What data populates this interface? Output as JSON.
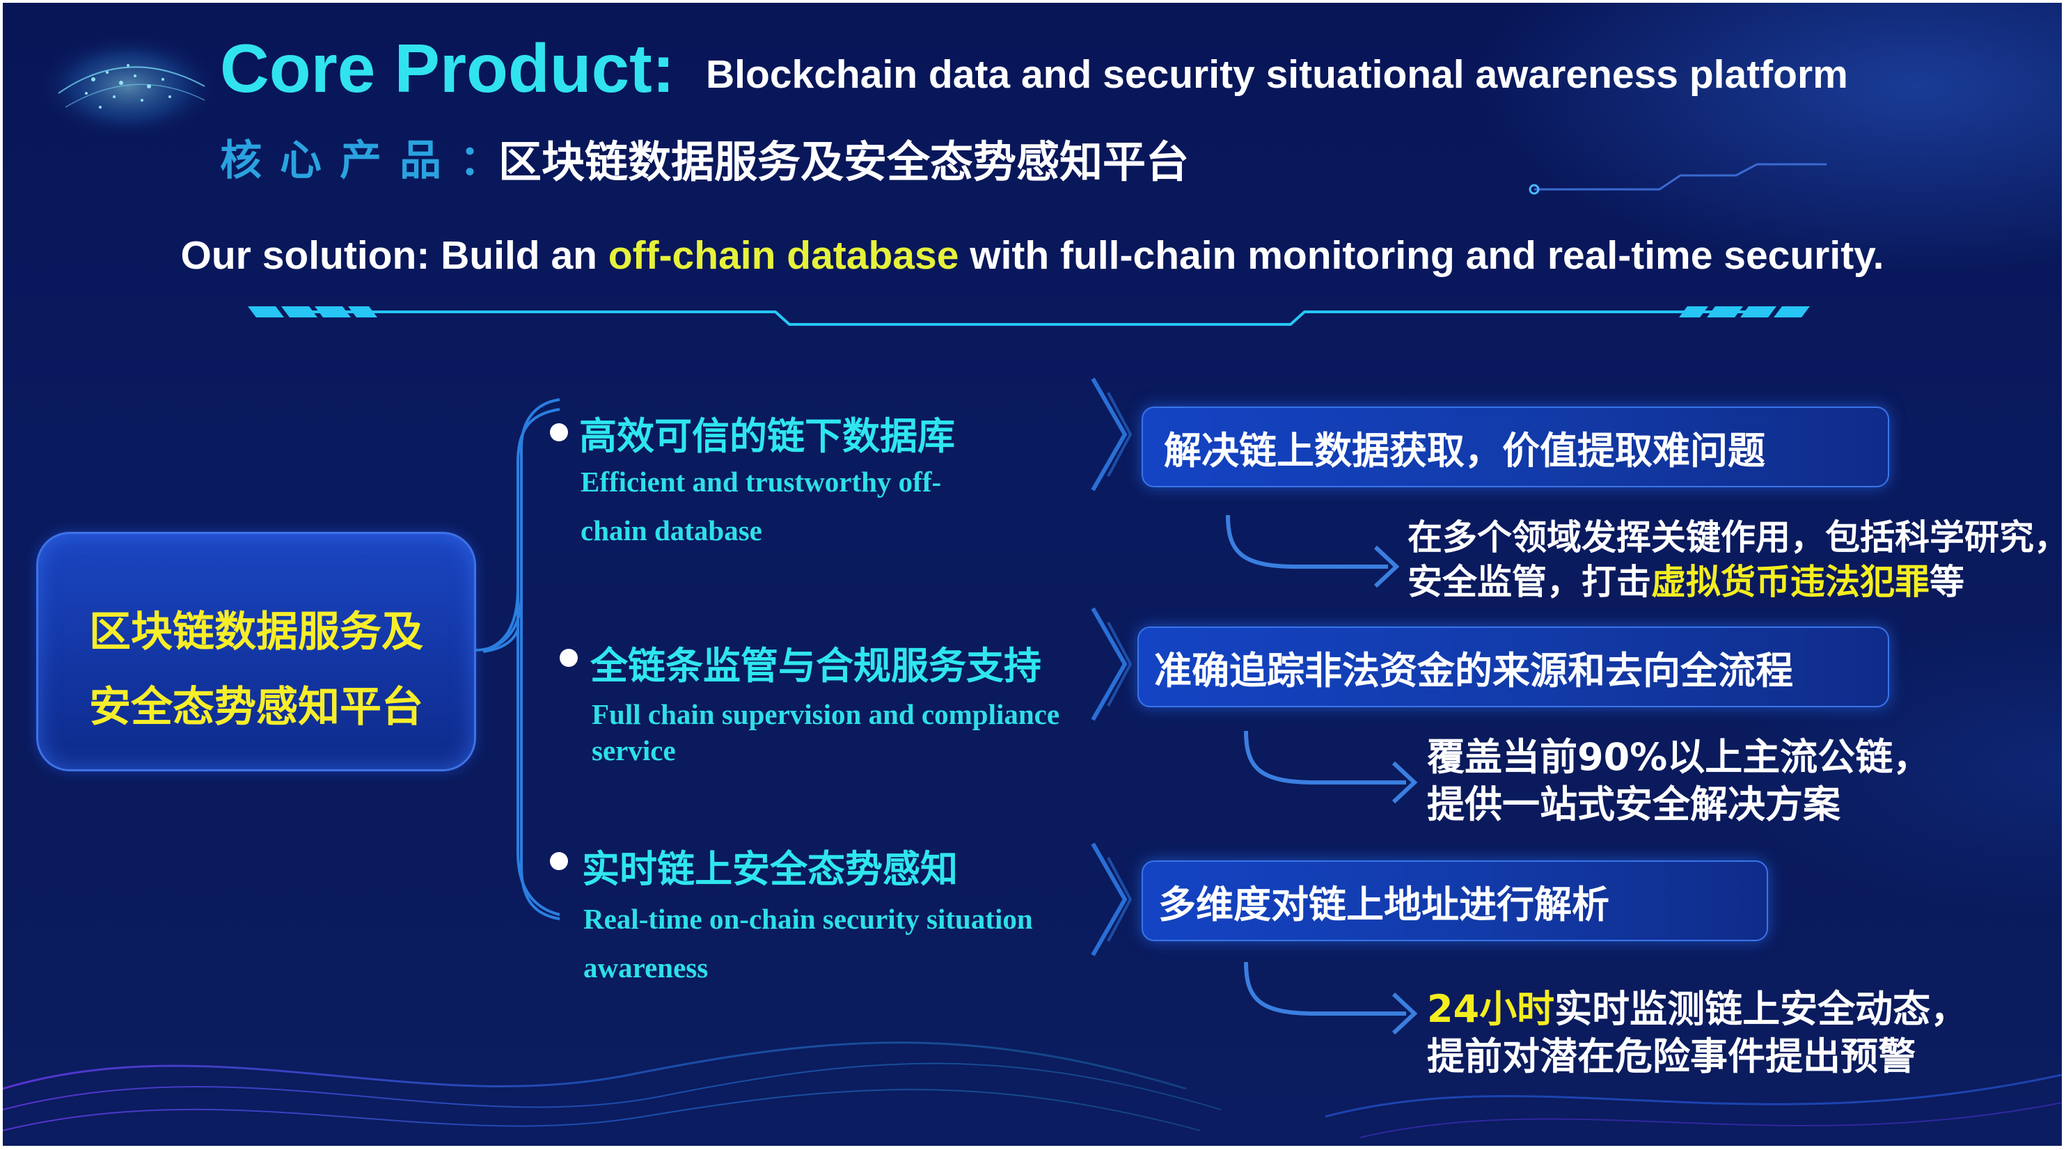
{
  "header": {
    "title_en_prefix": "Core Product:",
    "title_en_rest": "Blockchain data and security situational awareness platform",
    "title_cn_label": "核心产品：",
    "title_cn": "区块链数据服务及安全态势感知平台"
  },
  "solution": {
    "prefix": "Our solution: Build an ",
    "highlight": "off-chain database",
    "suffix": " with full-chain monitoring and real-time security."
  },
  "hub": {
    "line1": "区块链数据服务及",
    "line2": "安全态势感知平台"
  },
  "features": [
    {
      "cn": "高效可信的链下数据库",
      "en_line1": "Efficient and trustworthy off-",
      "en_line2": "chain database",
      "box": "解决链上数据获取，价值提取难问题",
      "detail_line1": "在多个领域发挥关键作用，包括科学研究，",
      "detail_line2_prefix": "安全监管，打击",
      "detail_line2_highlight": "虚拟货币违法犯罪",
      "detail_line2_suffix": "等"
    },
    {
      "cn": "全链条监管与合规服务支持",
      "en_line1": "Full chain supervision and compliance",
      "en_line2": "service",
      "box": "准确追踪非法资金的来源和去向全流程",
      "detail_line1": "覆盖当前90%以上主流公链，",
      "detail_line2": "提供一站式安全解决方案"
    },
    {
      "cn": "实时链上安全态势感知",
      "en_line1": "Real-time on-chain security situation",
      "en_line2": "awareness",
      "box": "多维度对链上地址进行解析",
      "detail_line1_highlight": "24小时",
      "detail_line1_rest": "实时监测链上安全动态，",
      "detail_line2": "提前对潜在危险事件提出预警"
    }
  ],
  "colors": {
    "background": "#0a1a5e",
    "title_cyan": "#31e3ee",
    "highlight_yellow": "#e6f23a",
    "hub_text_yellow": "#f7ee2a",
    "box_blue": "#1444c4"
  },
  "icons": {
    "globe": "globe-icon",
    "arrow": "chevron-right-icon",
    "curved_arrow": "curved-arrow-icon"
  }
}
